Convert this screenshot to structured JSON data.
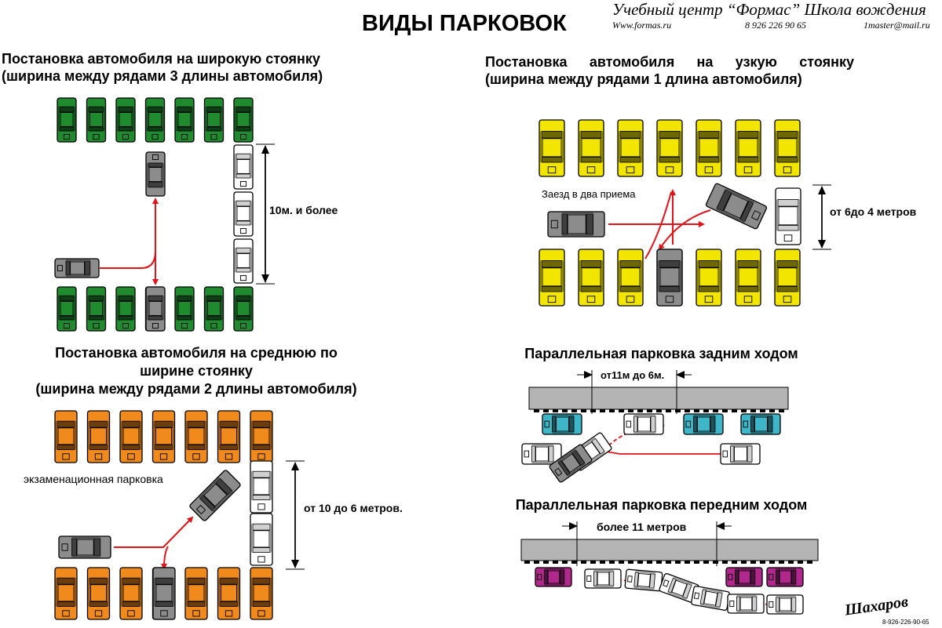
{
  "header": {
    "title": "ВИДЫ ПАРКОВОК",
    "school": "Учебный центр “Формас” Школа вождения",
    "website": "Www.formas.ru",
    "phone": "8 926 226 90 65",
    "email": "1master@mail.ru"
  },
  "wide": {
    "heading_line1": "Постановка автомобиля на широкую стоянку",
    "heading_line2": "(ширина между рядами 3 длины автомобиля)",
    "dimension": "10м. и более"
  },
  "narrow": {
    "heading_line1": "Постановка автомобиля на узкую стоянку",
    "heading_line2": "(ширина между рядами 1 длина автомобиля)",
    "note": "Заезд в два приема",
    "dimension": "от 6до 4 метров"
  },
  "medium": {
    "heading_line1": "Постановка автомобиля на среднюю по",
    "heading_line2": "ширине стоянку",
    "heading_line3": "(ширина между рядами 2 длины автомобиля)",
    "note": "экзаменационная парковка",
    "dimension": "от 10 до 6 метров."
  },
  "parallel_reverse": {
    "heading": "Параллельная парковка задним ходом",
    "dimension": "от11м до 6м."
  },
  "parallel_forward": {
    "heading": "Параллельная парковка передним ходом",
    "dimension": "более 11 метров"
  },
  "signature": {
    "text": "Шахаров",
    "phone": "8-926-226-90-65"
  },
  "colors": {
    "green": "#1f8a2e",
    "yellow": "#f2e600",
    "orange": "#f08a1c",
    "gray": "#8c8c8c",
    "white": "#ffffff",
    "teal": "#3eb6c8",
    "magenta": "#b0288c",
    "arrow": "#e2141a",
    "curb": "#b4b4b4"
  }
}
